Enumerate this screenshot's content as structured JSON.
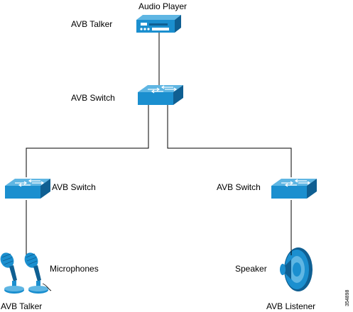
{
  "diagram": {
    "labels": {
      "audio_player": "Audio Player",
      "talker_top": "AVB Talker",
      "switch_top": "AVB Switch",
      "switch_left": "AVB Switch",
      "switch_right": "AVB Switch",
      "microphones": "Microphones",
      "speaker": "Speaker",
      "talker_bottom": "AVB Talker",
      "listener": "AVB Listener",
      "figure_id": "354898"
    },
    "colors": {
      "device_blue": "#1b8fcf",
      "device_dark": "#0f5f92",
      "device_light": "#5fb6e3",
      "line": "#000000"
    },
    "icons": [
      "audio-player-icon",
      "switch-icon",
      "microphone-icon",
      "speaker-icon"
    ]
  }
}
